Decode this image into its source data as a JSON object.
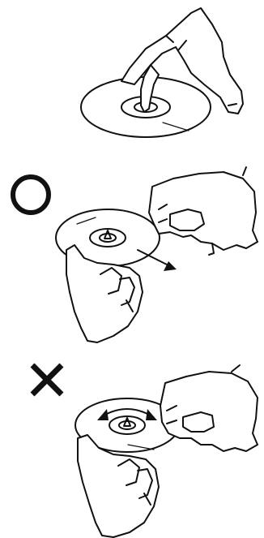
{
  "diagram": {
    "panels": [
      {
        "id": "hold-disc",
        "marker": null
      },
      {
        "id": "wipe-radially",
        "marker": "correct"
      },
      {
        "id": "wipe-circularly",
        "marker": "incorrect"
      }
    ],
    "colors": {
      "ink": "#111111",
      "paper": "#ffffff"
    },
    "icons": {
      "correct": "circle-icon",
      "incorrect": "cross-icon"
    }
  }
}
